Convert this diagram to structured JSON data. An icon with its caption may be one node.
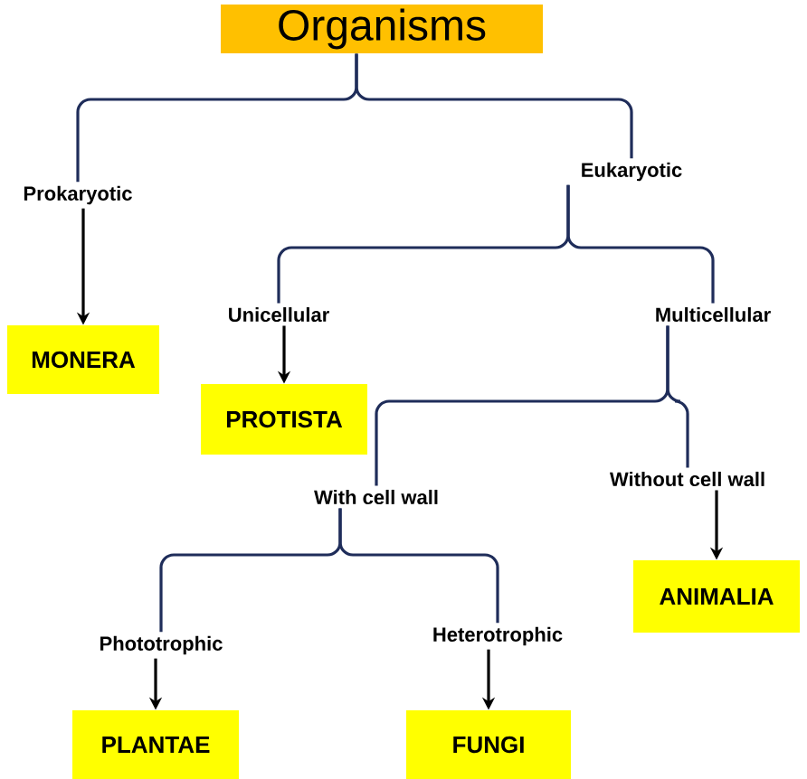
{
  "diagram": {
    "nodes": [
      {
        "text": [
          "Organisms"
        ]
      },
      {
        "text": [
          "Prokaryotic"
        ]
      },
      {
        "text": [
          "Eukaryotic"
        ]
      },
      {
        "text": [
          "MONERA"
        ]
      },
      {
        "text": [
          "Unicellular"
        ]
      },
      {
        "text": [
          "Multicellular"
        ]
      },
      {
        "text": [
          "PROTISTA"
        ]
      },
      {
        "text": [
          "With cell wall"
        ]
      },
      {
        "text": [
          "Without cell wall"
        ]
      },
      {
        "text": [
          "ANIMALIA"
        ]
      },
      {
        "text": [
          "Phototrophic"
        ]
      },
      {
        "text": [
          "Heterotrophic"
        ]
      },
      {
        "text": [
          "PLANTAE"
        ]
      },
      {
        "text": [
          "FUNGI"
        ]
      }
    ],
    "edges": [
      {
        "from": 0,
        "to": 1,
        "arrow": "none"
      },
      {
        "from": 0,
        "to": 2,
        "arrow": "none"
      },
      {
        "from": 1,
        "to": 3,
        "arrow": "to",
        "color": "#000000"
      },
      {
        "from": 2,
        "to": 4,
        "arrow": "none"
      },
      {
        "from": 2,
        "to": 5,
        "arrow": "none"
      },
      {
        "from": 4,
        "to": 6,
        "arrow": "to",
        "color": "#000000"
      },
      {
        "from": 5,
        "to": 7,
        "arrow": "none"
      },
      {
        "from": 5,
        "to": 8,
        "arrow": "none"
      },
      {
        "from": 8,
        "to": 9,
        "arrow": "to",
        "color": "#000000"
      },
      {
        "from": 7,
        "to": 10,
        "arrow": "none"
      },
      {
        "from": 7,
        "to": 11,
        "arrow": "none"
      },
      {
        "from": 10,
        "to": 12,
        "arrow": "to",
        "color": "#000000"
      },
      {
        "from": 11,
        "to": 13,
        "arrow": "to",
        "color": "#000000"
      }
    ]
  }
}
